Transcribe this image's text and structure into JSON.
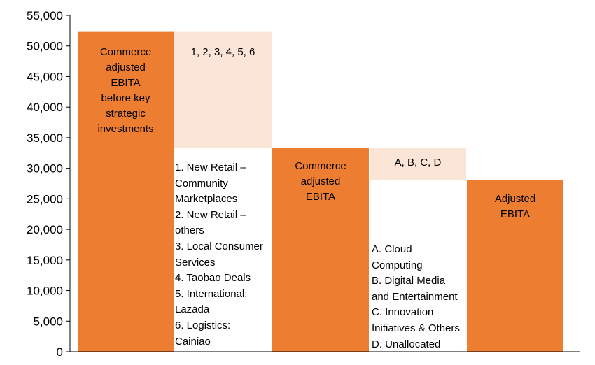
{
  "chart_data": {
    "type": "bar",
    "subtype": "waterfall",
    "title": "",
    "xlabel": "",
    "ylabel": "",
    "ylim": [
      0,
      55000
    ],
    "yticks": [
      "0",
      "5,000",
      "10,000",
      "15,000",
      "20,000",
      "25,000",
      "30,000",
      "35,000",
      "40,000",
      "45,000",
      "50,000",
      "55,000"
    ],
    "bars": [
      {
        "kind": "total",
        "value": 52300,
        "label": "Commerce adjusted EBITA before key strategic investments",
        "color": "#ED7D31"
      },
      {
        "kind": "step",
        "from": 52300,
        "to": 33300,
        "label": "1, 2, 3, 4, 5, 6",
        "color": "#FBE5D6"
      },
      {
        "kind": "total",
        "value": 33300,
        "label": "Commerce adjusted EBITA",
        "color": "#ED7D31"
      },
      {
        "kind": "step",
        "from": 33300,
        "to": 28100,
        "label": "A, B, C, D",
        "color": "#FBE5D6"
      },
      {
        "kind": "total",
        "value": 28100,
        "label": "Adjusted EBITA",
        "color": "#ED7D31"
      }
    ],
    "label_lines": {
      "bar1": [
        "Commerce",
        "adjusted",
        "EBITA",
        "before key",
        "strategic",
        "investments"
      ],
      "bar3": [
        "Commerce",
        "adjusted",
        "EBITA"
      ],
      "bar5": [
        "Adjusted",
        "EBITA"
      ]
    },
    "annotations": {
      "commerce_items": [
        "1. New Retail –",
        "Community",
        "Marketplaces",
        "2. New Retail –",
        "others",
        "3. Local Consumer",
        "Services",
        "4. Taobao Deals",
        "5. International:",
        "Lazada",
        "6. Logistics:",
        "Cainiao"
      ],
      "other_items": [
        "A. Cloud",
        "Computing",
        "B. Digital Media",
        "and Entertainment",
        "C. Innovation",
        "Initiatives & Others",
        "D. Unallocated"
      ]
    },
    "grid": false,
    "legend": "none"
  }
}
